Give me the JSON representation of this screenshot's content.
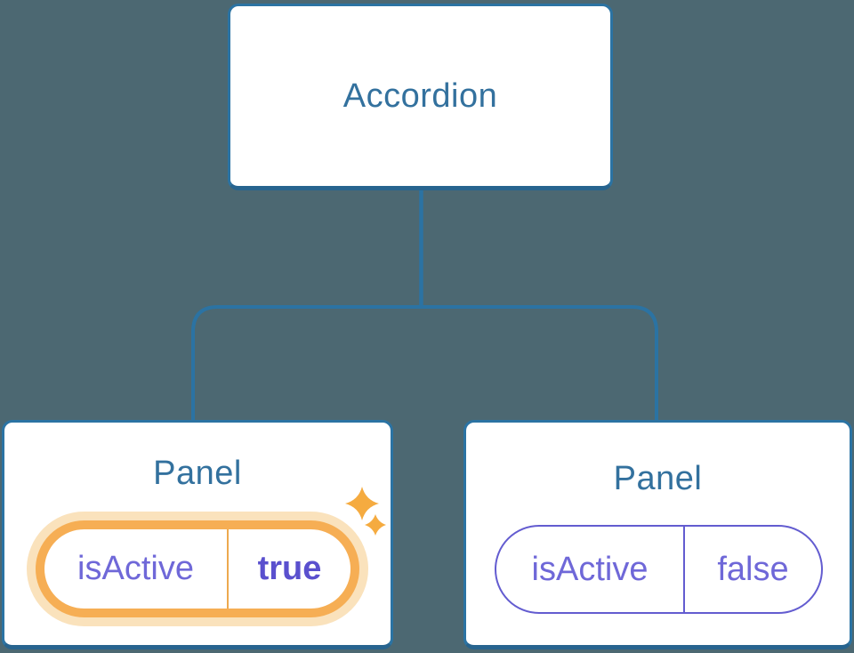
{
  "diagram": {
    "root": {
      "label": "Accordion"
    },
    "panels": [
      {
        "title": "Panel",
        "state": {
          "key": "isActive",
          "value": "true"
        },
        "highlighted": true,
        "icons": [
          "sparkle-icon-large",
          "sparkle-icon-small"
        ]
      },
      {
        "title": "Panel",
        "state": {
          "key": "isActive",
          "value": "false"
        },
        "highlighted": false,
        "icons": []
      }
    ],
    "colors": {
      "background": "#4C6872",
      "connector_blue": "#2B73A3",
      "node_border_bottom": "#27648F",
      "node_title_blue": "#33719E",
      "state_text_purple": "#6F68D8",
      "state_value_bold_purple": "#5A50CE",
      "inactive_pill_border": "#635CD0",
      "highlight_ring_orange": "#F6AE54",
      "highlight_glow": "#FAE2BC",
      "highlight_divider": "#EDA94F",
      "sparkle_orange": "#F5AB40"
    }
  }
}
